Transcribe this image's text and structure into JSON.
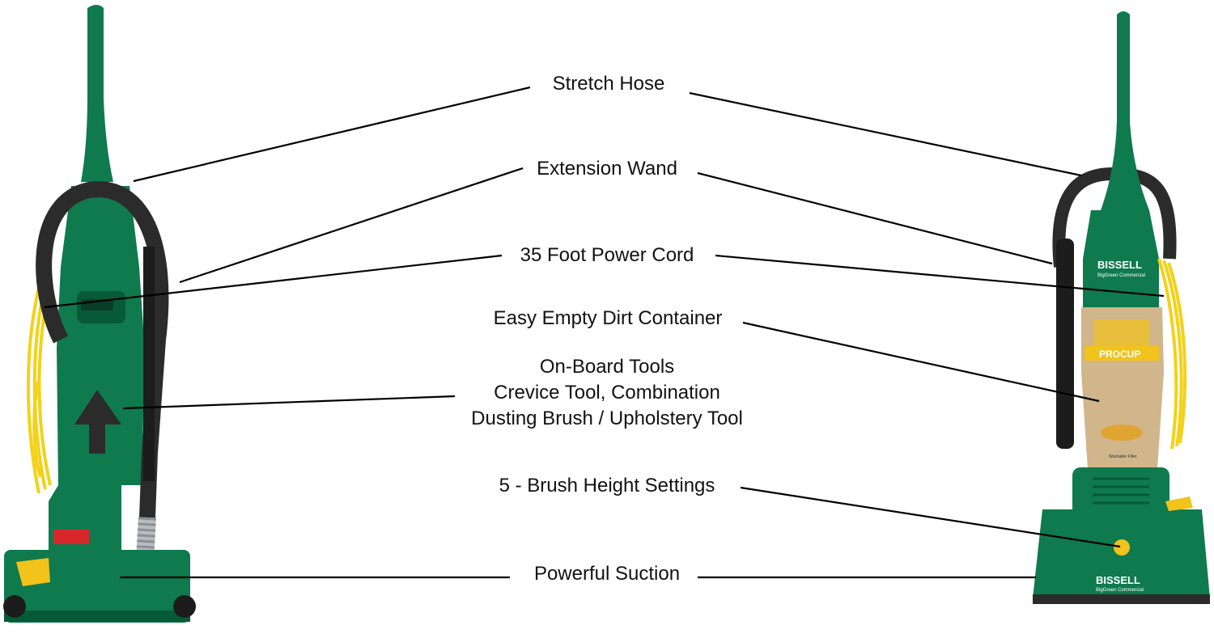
{
  "colors": {
    "body_green": "#0f7a4e",
    "dark_green": "#075a38",
    "hose_black": "#2b2b2b",
    "cord_yellow": "#f2d21a",
    "accent_yellow": "#f1c31b",
    "red_latch": "#d8272a"
  },
  "left_vacuum": {
    "icon": "upright-vacuum-rear-view"
  },
  "right_vacuum": {
    "icon": "upright-vacuum-front-view",
    "brand_top": "BISSELL",
    "brand_top_sub": "BigGreen Commercial",
    "cup_label": "PROCUP",
    "filter_label": "Washable Filter",
    "brand_bottom": "BISSELL",
    "brand_bottom_sub": "BigGreen Commercial"
  },
  "callouts": [
    {
      "id": "stretch-hose",
      "lines": [
        "Stretch Hose"
      ]
    },
    {
      "id": "extension-wand",
      "lines": [
        "Extension Wand"
      ]
    },
    {
      "id": "power-cord",
      "lines": [
        "35 Foot Power Cord"
      ]
    },
    {
      "id": "dirt-container",
      "lines": [
        "Easy Empty Dirt Container"
      ]
    },
    {
      "id": "onboard-tools",
      "lines": [
        "On-Board Tools",
        "Crevice Tool, Combination",
        "Dusting Brush / Upholstery Tool"
      ]
    },
    {
      "id": "brush-height",
      "lines": [
        "5 - Brush Height Settings"
      ]
    },
    {
      "id": "suction",
      "lines": [
        "Powerful Suction"
      ]
    }
  ]
}
